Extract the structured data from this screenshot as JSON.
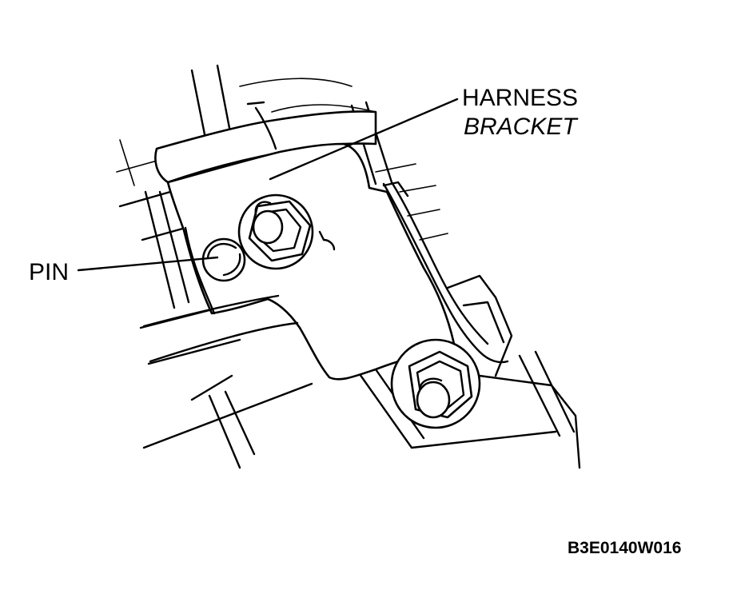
{
  "labels": {
    "harness_line1": "HARNESS",
    "harness_line2": "BRACKET",
    "pin": "PIN",
    "figure_code": "B3E0140W016"
  },
  "colors": {
    "ink": "#000000",
    "paper": "#ffffff"
  }
}
